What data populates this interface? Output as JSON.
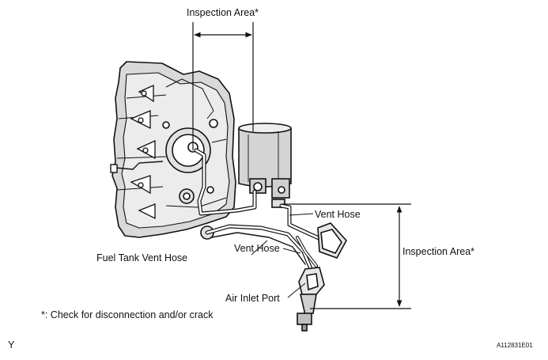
{
  "labels": {
    "inspection_area_top": "Inspection Area*",
    "inspection_area_right": "Inspection Area*",
    "vent_hose_upper": "Vent Hose",
    "vent_hose_lower": "Vent Hose",
    "fuel_tank_vent_hose": "Fuel Tank Vent Hose",
    "air_inlet_port": "Air Inlet Port",
    "footnote": "*: Check for disconnection and/or crack",
    "corner_left": "Y",
    "figure_id": "A112831E01"
  }
}
